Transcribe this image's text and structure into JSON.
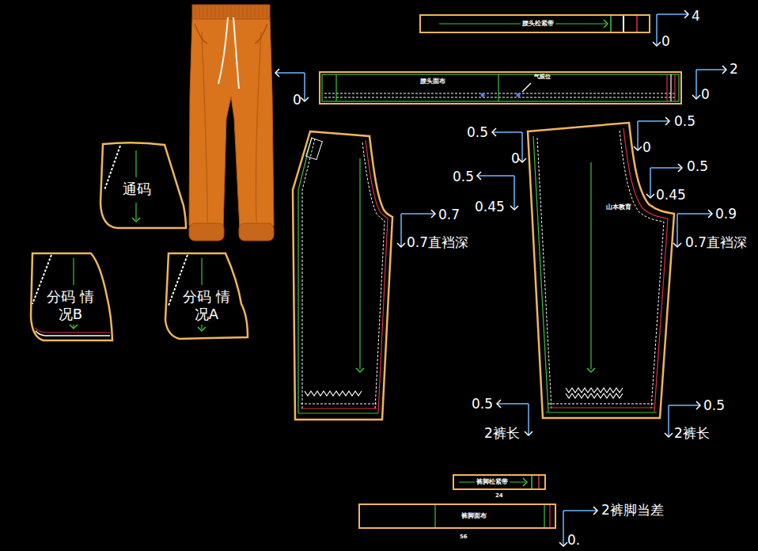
{
  "diagram": {
    "nodes": [
      {
        "text": [
          "腰头松紧带"
        ]
      },
      {
        "text": [
          "腰头面布",
          "气眼位"
        ]
      },
      {
        "text": [
          "通码"
        ]
      },
      {
        "text": [
          "分码 情况B"
        ]
      },
      {
        "text": [
          "分码 情况A"
        ]
      },
      {
        "text": [
          "山本教育"
        ]
      },
      {
        "text": [
          "裤脚松紧带",
          "24"
        ]
      },
      {
        "text": [
          "裤脚面布",
          "56"
        ]
      }
    ],
    "labels": [
      "4",
      "0",
      "0",
      "2",
      "0",
      "0.5",
      "0",
      "0.5",
      "0",
      "0.5",
      "0.45",
      "0.5",
      "0.45",
      "0.7",
      "0.7直裆深",
      "0.9",
      "0.7直裆深",
      "0.5",
      "2裤长",
      "0.5",
      "2裤长",
      "2裤脚当差",
      "0."
    ]
  }
}
